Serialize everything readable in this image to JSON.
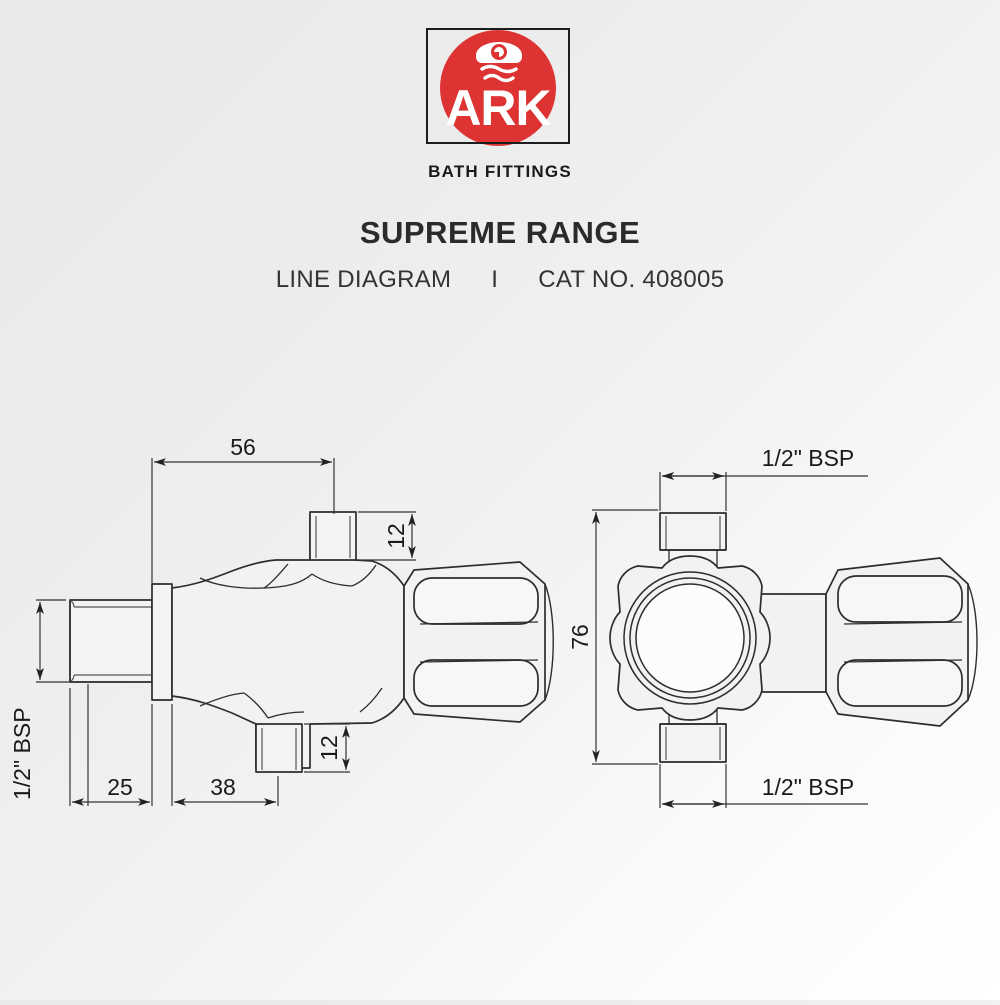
{
  "document": {
    "type": "technical-line-diagram",
    "background_start": "#e9e9e9",
    "background_end": "#ffffff"
  },
  "brand": {
    "logo_word": "ARK",
    "logo_color": "#dd3333",
    "logo_emblem": "bath-shower-emblem",
    "tagline": "BATH FITTINGS"
  },
  "title": {
    "main": "SUPREME RANGE",
    "sub_left": "LINE DIAGRAM",
    "sub_separator": "I",
    "sub_right": "CAT NO. 408005"
  },
  "views": {
    "left": {
      "name": "side-view",
      "dimensions": {
        "width_overall": "56",
        "inlet_length": "25",
        "body_length": "38",
        "outlet_top": "12",
        "outlet_bottom": "12",
        "inlet_thread": "1/2\" BSP"
      }
    },
    "right": {
      "name": "front-view",
      "dimensions": {
        "height_overall": "76",
        "thread_top": "1/2\" BSP",
        "thread_bottom": "1/2\" BSP"
      }
    }
  },
  "line_color": "#2a2a2a",
  "dim_color": "#4a4a4a"
}
